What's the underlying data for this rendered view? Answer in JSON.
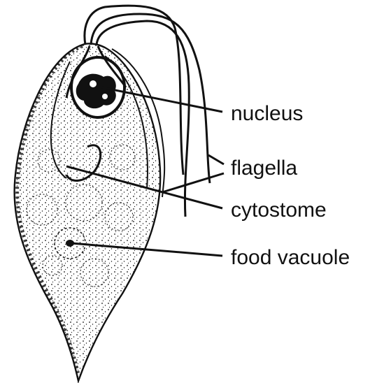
{
  "labels": {
    "nucleus": "nucleus",
    "flagella": "flagella",
    "cytostome": "cytostome",
    "food_vacuole": "food vacuole"
  },
  "colors": {
    "ink": "#111111",
    "background": "#ffffff"
  }
}
